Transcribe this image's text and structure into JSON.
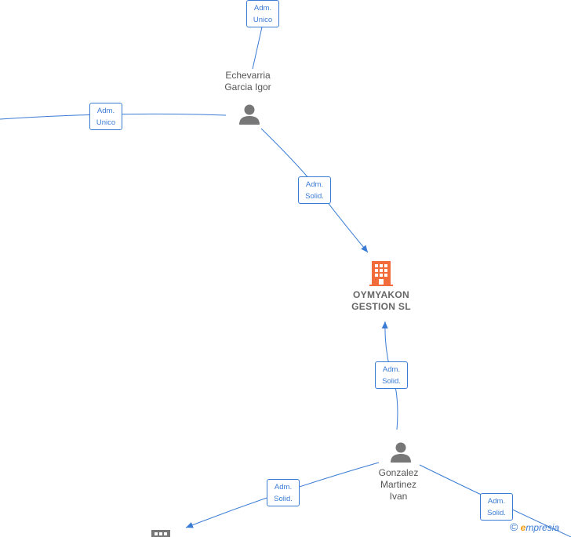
{
  "nodes": {
    "company_main": {
      "name_line1": "OYMYAKON",
      "name_line2": "GESTION  SL",
      "icon": "building-icon",
      "color": "#f26b3a"
    },
    "person_echevarria": {
      "name_line1": "Echevarria",
      "name_line2": "Garcia Igor",
      "icon": "person-icon"
    },
    "person_gonzalez": {
      "name_line1": "Gonzalez",
      "name_line2": "Martinez",
      "name_line3": "Ivan",
      "icon": "person-icon"
    },
    "company_partial": {
      "icon": "building-icon",
      "color": "#777777"
    }
  },
  "edges": [
    {
      "id": "top",
      "line1": "Adm.",
      "line2": "Unico"
    },
    {
      "id": "left",
      "line1": "Adm.",
      "line2": "Unico"
    },
    {
      "id": "echevarria_to_main",
      "line1": "Adm.",
      "line2": "Solid."
    },
    {
      "id": "gonzalez_to_main",
      "line1": "Adm.",
      "line2": "Solid."
    },
    {
      "id": "gonzalez_to_partial",
      "line1": "Adm.",
      "line2": "Solid."
    },
    {
      "id": "gonzalez_to_right",
      "line1": "Adm.",
      "line2": "Solid."
    }
  ],
  "footer": {
    "copyright": "©",
    "brand_first": "e",
    "brand_rest": "mpresia"
  },
  "colors": {
    "edge": "#3a7bd5",
    "person": "#777777",
    "company_main": "#f26b3a"
  }
}
